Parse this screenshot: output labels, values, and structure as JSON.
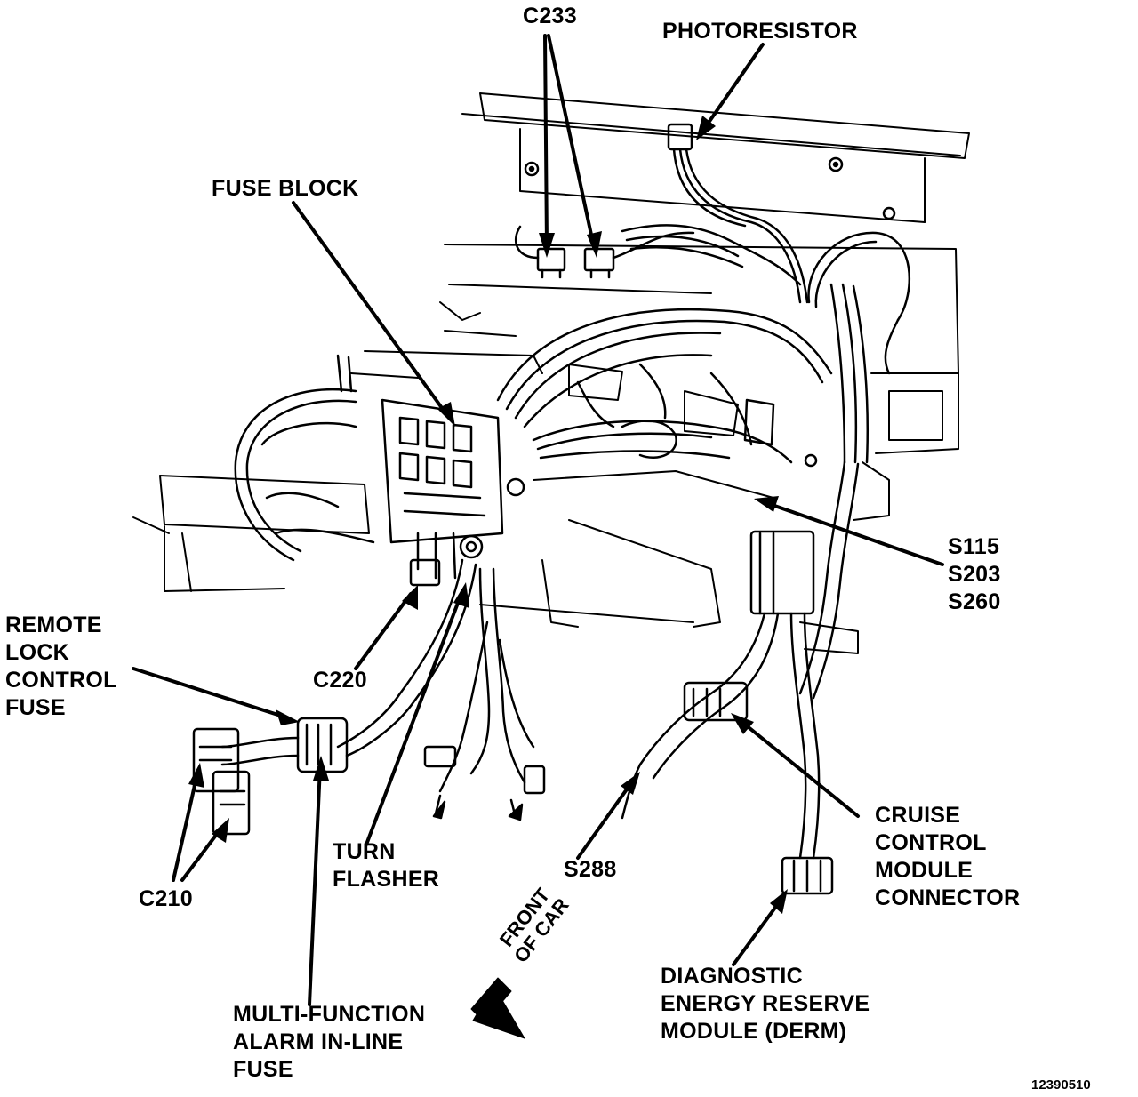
{
  "labels": {
    "c233": "C233",
    "photoresistor": "PHOTORESISTOR",
    "fuse_block": "FUSE BLOCK",
    "s_splices": [
      "S115",
      "S203",
      "S260"
    ],
    "remote_lock_fuse": [
      "REMOTE",
      "LOCK",
      "CONTROL",
      "FUSE"
    ],
    "c220": "C220",
    "turn_flasher": [
      "TURN",
      "FLASHER"
    ],
    "c210": "C210",
    "multi_function_fuse": [
      "MULTI-FUNCTION",
      "ALARM IN-LINE",
      "FUSE"
    ],
    "s288": "S288",
    "cruise_connector": [
      "CRUISE",
      "CONTROL",
      "MODULE",
      "CONNECTOR"
    ],
    "derm": [
      "DIAGNOSTIC",
      "ENERGY RESERVE",
      "MODULE (DERM)"
    ],
    "front_of_car": [
      "FRONT",
      "OF CAR"
    ]
  },
  "figure_number": "12390510",
  "colors": {
    "ink": "#000000",
    "paper": "#ffffff"
  }
}
